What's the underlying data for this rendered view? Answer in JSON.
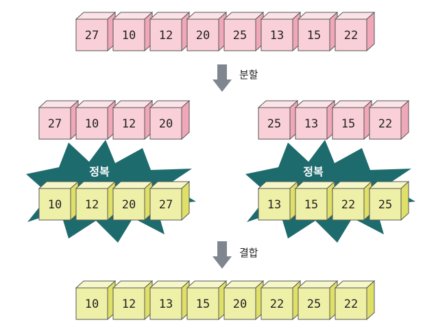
{
  "arrays": {
    "original": [
      "27",
      "10",
      "12",
      "20",
      "25",
      "13",
      "15",
      "22"
    ],
    "left_half": [
      "27",
      "10",
      "12",
      "20"
    ],
    "right_half": [
      "25",
      "13",
      "15",
      "22"
    ],
    "left_sorted": [
      "10",
      "12",
      "20",
      "27"
    ],
    "right_sorted": [
      "13",
      "15",
      "22",
      "25"
    ],
    "merged": [
      "10",
      "12",
      "13",
      "15",
      "20",
      "22",
      "25",
      "22"
    ]
  },
  "steps": {
    "divide": "분할",
    "conquer_left": "정복",
    "conquer_right": "정복",
    "combine": "결합"
  },
  "colors": {
    "pink_front": "#f9d0d8",
    "pink_top": "#fbe3e8",
    "pink_side": "#f0a8b8",
    "yellow_front": "#eff0a8",
    "yellow_top": "#f6f7c8",
    "yellow_side": "#dfe068",
    "burst": "#1e6b6e",
    "arrow": "#7f8690"
  }
}
